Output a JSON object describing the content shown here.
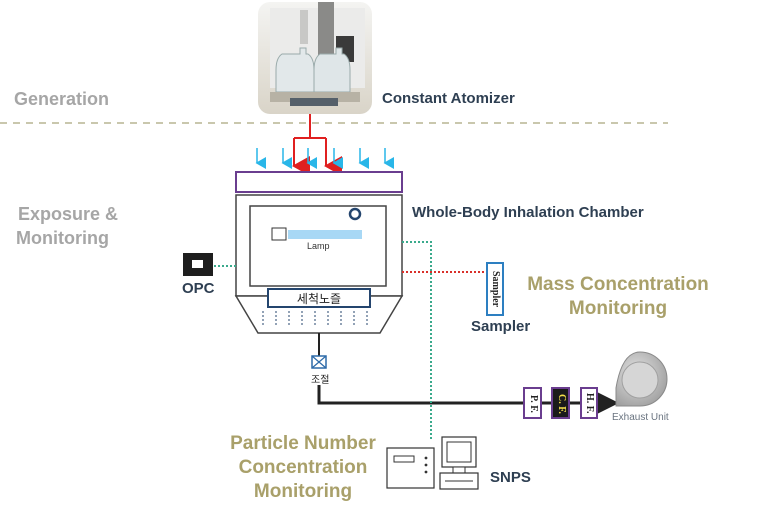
{
  "sections": {
    "generation": "Generation",
    "exposure_line1": "Exposure &",
    "exposure_line2": "Monitoring"
  },
  "labels": {
    "atomizer": "Constant Atomizer",
    "chamber": "Whole-Body Inhalation Chamber",
    "lamp": "Lamp",
    "cleaning": "세척노즐",
    "opc": "OPC",
    "sampler_box": "Sampler",
    "sampler": "Sampler",
    "mass_line1": "Mass Concentration",
    "mass_line2": "Monitoring",
    "valve": "조절",
    "pn_line1": "Particle Number",
    "pn_line2": "Concentration",
    "pn_line3": "Monitoring",
    "snps": "SNPS",
    "pf": "P. F.",
    "cf": "C. F.",
    "hf": "H. F.",
    "exhaust": "Exhaust Unit"
  },
  "icons": [
    "atomizer-photo",
    "arrow-down-icon",
    "opc-device-icon",
    "sampler-device-icon",
    "valve-icon",
    "monitor-computer-icon",
    "fan-icon"
  ],
  "colors": {
    "accent_purple": "#6a3d8f",
    "cyan_arrow": "#29b6e8",
    "red_line": "#e02020",
    "green_dotted": "#3aaa8c",
    "lamp_blue": "#a8d8f5",
    "section_gray": "#a6a6a6",
    "olive_text": "#a9a06a",
    "dark_text": "#2e3f52"
  }
}
